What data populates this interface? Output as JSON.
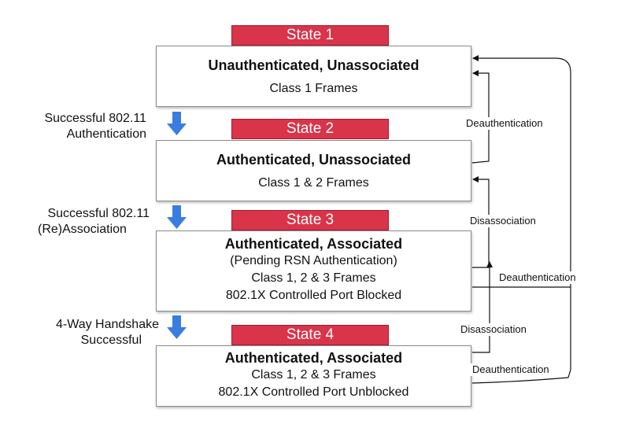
{
  "colors": {
    "state_tag_fill": "#d9344a",
    "arrow_blue": "#3a7de0",
    "box_border": "#8a8a8a"
  },
  "states": [
    {
      "tag": "State 1",
      "title": "Unauthenticated, Unassociated",
      "lines": [
        "Class 1 Frames"
      ]
    },
    {
      "tag": "State 2",
      "title": "Authenticated, Unassociated",
      "lines": [
        "Class 1 & 2 Frames"
      ]
    },
    {
      "tag": "State 3",
      "title": "Authenticated, Associated",
      "lines": [
        "(Pending RSN Authentication)",
        "Class 1, 2 & 3 Frames",
        "802.1X Controlled Port Blocked"
      ]
    },
    {
      "tag": "State 4",
      "title": "Authenticated, Associated",
      "lines": [
        "Class 1, 2 & 3 Frames",
        "802.1X Controlled Port Unblocked"
      ]
    }
  ],
  "forward_transitions": [
    {
      "line1": "Successful 802.11",
      "line2": "Authentication"
    },
    {
      "line1": "Successful 802.11",
      "line2": "(Re)Association"
    },
    {
      "line1": "4-Way Handshake",
      "line2": "Successful"
    }
  ],
  "backward_transitions": {
    "s2_deauth": "Deauthentication",
    "s3_disassoc": "Disassociation",
    "s3_deauth": "Deauthentication",
    "s4_disassoc": "Disassociation",
    "s4_deauth": "Deauthentication"
  }
}
